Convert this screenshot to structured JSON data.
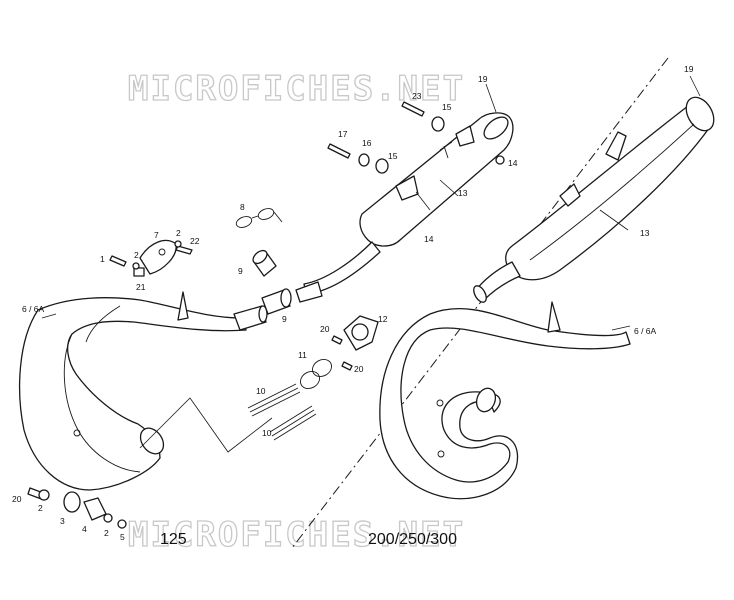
{
  "watermark": {
    "text": "MICROFICHES.NET"
  },
  "models": {
    "left": "125",
    "right": "200/250/300"
  },
  "callouts": {
    "c19a": "19",
    "c19b": "19",
    "c23": "23",
    "c15a": "15",
    "c14a": "14",
    "c17": "17",
    "c16": "16",
    "c15b": "15",
    "c13a": "13",
    "c14b": "14",
    "c13b": "13",
    "c8": "8",
    "c7": "7",
    "c2a": "2",
    "c22": "22",
    "c1": "1",
    "c2b": "2",
    "c21": "21",
    "c9a": "9",
    "c9b": "9",
    "c12": "12",
    "c20a": "20",
    "c20b": "20",
    "c11": "11",
    "c10a": "10",
    "c10b": "10",
    "c6a": "6 / 6A",
    "c6b": "6 / 6A",
    "c20c": "20",
    "c2c": "2",
    "c3": "3",
    "c4": "4",
    "c2d": "2",
    "c5": "5"
  }
}
